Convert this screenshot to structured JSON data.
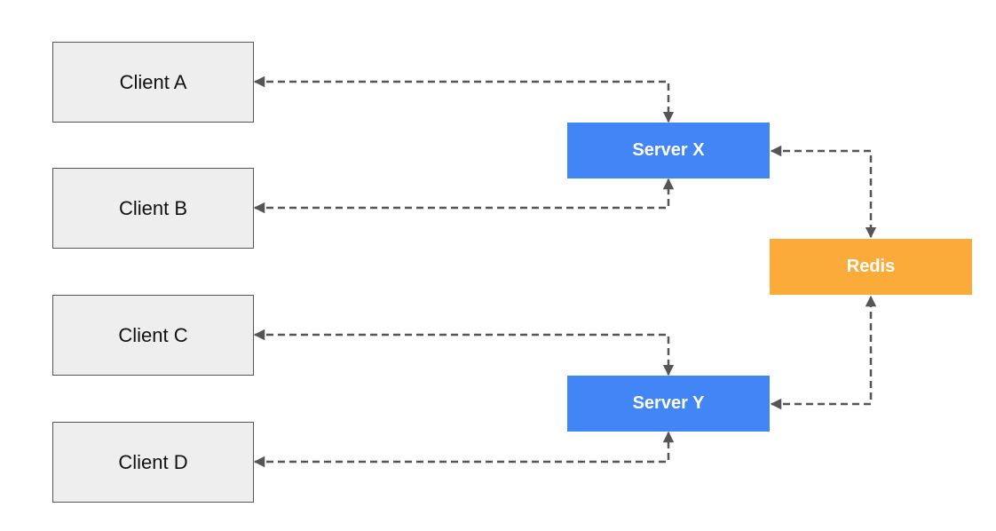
{
  "colors": {
    "server": "#4285f4",
    "redis": "#fbab3a",
    "client_bg": "#eeeeee",
    "link": "#555555"
  },
  "nodes": {
    "client_a": "Client A",
    "client_b": "Client B",
    "client_c": "Client C",
    "client_d": "Client D",
    "server_x": "Server X",
    "server_y": "Server Y",
    "redis": "Redis"
  },
  "links": [
    {
      "from": "client_a",
      "to": "server_x",
      "direction": "both"
    },
    {
      "from": "client_b",
      "to": "server_x",
      "direction": "both"
    },
    {
      "from": "client_c",
      "to": "server_y",
      "direction": "both"
    },
    {
      "from": "client_d",
      "to": "server_y",
      "direction": "both"
    },
    {
      "from": "server_x",
      "to": "redis",
      "direction": "both"
    },
    {
      "from": "server_y",
      "to": "redis",
      "direction": "both"
    }
  ]
}
